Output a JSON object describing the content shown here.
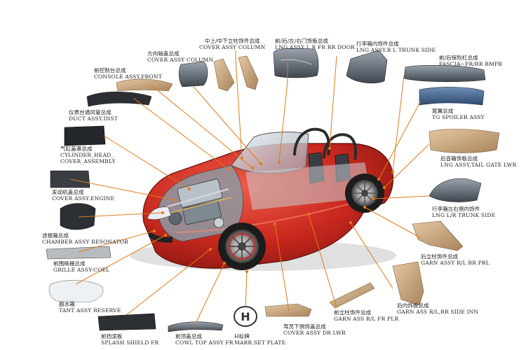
{
  "parts": {
    "column_trim": {
      "zh": "中上/中下立柱饰件总成",
      "en": "COVER ASSY COLUMN"
    },
    "door_lining": {
      "zh": "前/后/左/右门饰板总成",
      "en": "LNG ASSY L R FR RR DOOR"
    },
    "trunk_side": {
      "zh": "行李箱内饰件总成",
      "en": "LNG ASSY.R L TRUNK SIDE"
    },
    "bumper_fascia": {
      "zh": "前/后保险杠总成",
      "en": "FASCIA~FR/RR BMPR"
    },
    "steering_cover": {
      "zh": "方向轴盖总成",
      "en": "COVER ASSY COLUMN"
    },
    "console": {
      "zh": "前控制台总成",
      "en": "CONSOLE ASSY.FRONT"
    },
    "duct": {
      "zh": "仪表台通风管总成",
      "en": "DUCT ASSY.INST"
    },
    "cylinder_head": {
      "zh": "气缸盖罩总成",
      "en1": "CYLINDER_HEAD_",
      "en2": "COVER_ASSEMBLY"
    },
    "engine_cover": {
      "zh": "发动机盖总成",
      "en": "COVER ASSY.ENGINE"
    },
    "resonator": {
      "zh": "滤振箱总成",
      "en": "CHAMBER ASSY RESONATOR"
    },
    "grille": {
      "zh": "前围格栅总成",
      "en": "GRILLE ASSY-COEL"
    },
    "reserve_tank": {
      "zh": "副水箱",
      "en": "TANT ASSY RESERVE"
    },
    "splash_shield": {
      "zh": "前挡泥板",
      "en": "SPLASH SHIELD FR"
    },
    "cowl_top": {
      "zh": "前顶盖总成",
      "en": "COWL TOP ASSY FR"
    },
    "emblem": {
      "zh": "H标牌",
      "en": "MARR.SET PLATE",
      "glyph": "H"
    },
    "driver_cover": {
      "zh": "驾员下侧饰盖总成",
      "en": "COVER ASSY DR LWR"
    },
    "fr_pillar": {
      "zh": "前立柱饰件总成",
      "en": "GARN ASS R/L FR PLR"
    },
    "side_inner": {
      "zh": "后内饰板总成",
      "en": "GARN ASS R/L,RR SIDE INN"
    },
    "rr_pillar": {
      "zh": "后立柱饰件总成",
      "en": "GARN ASSY R/L RR PRL"
    },
    "trunk_lr_side": {
      "zh": "行李箱左右侧内饰件",
      "en": "LNG L/R TRUNK SIDE"
    },
    "tail_gate": {
      "zh": "后音箱饰板总成",
      "en": "LNG ASSY,TAIL GATE LWR"
    },
    "spoiler": {
      "zh": "尾翼总成",
      "en": "TG SPOILER ASSY"
    }
  },
  "colors": {
    "leader": "#e07b1a",
    "car_body": "#c8281e",
    "part_beige": "#c8a57c",
    "part_grey": "#6b7480",
    "part_dark": "#2c2f33"
  }
}
